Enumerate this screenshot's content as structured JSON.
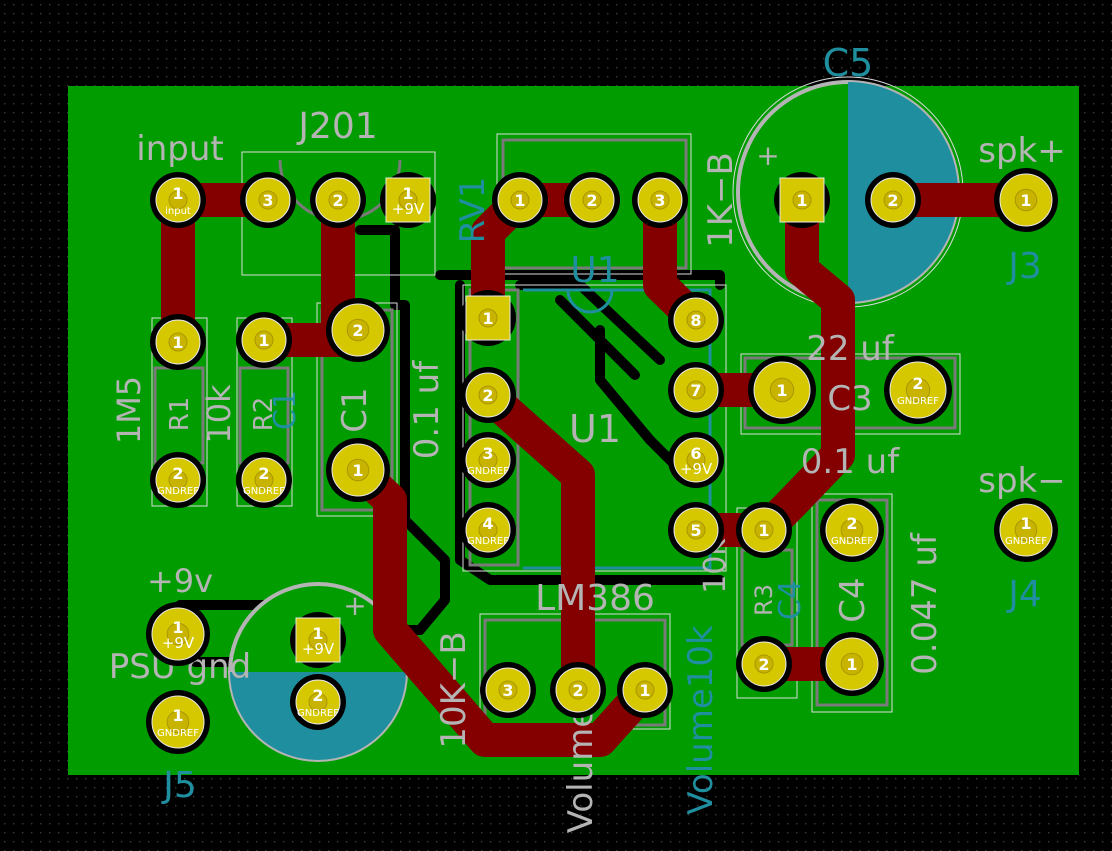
{
  "board": {
    "colors": {
      "background": "#000000",
      "grid_dot": "#3a3a3a",
      "copper_fill": "#009c00",
      "trace": "#840000",
      "pad_ring": "#c8b400",
      "pad_face": "#d6c800",
      "pad_hole": "#000000",
      "silkscreen": "#b4b4b4",
      "fab_text": "#1f8f9f",
      "courtyard": "#dcdcdc",
      "cap_fill": "#1f8f9f"
    }
  },
  "labels": {
    "c5": "C5",
    "j201": "J201",
    "input": "input",
    "spk_plus": "spk+",
    "spk_minus": "spk−",
    "j3": "J3",
    "j4": "J4",
    "j5": "J5",
    "rv1": "RV1",
    "u1_top": "U1",
    "u1_mid": "U1",
    "lm386": "LM386",
    "pot_1k": "1K−B",
    "pot_10k_b": "10K−B",
    "pot_10k_value": "10k",
    "volume": "Volume",
    "volume10k": "Volume10k",
    "r1": "R1",
    "r2": "R2",
    "r3": "R3",
    "r1_value": "1M5",
    "r2_value": "10k",
    "c1": "C1",
    "c1_value": "0.1 uf",
    "c3": "C3",
    "c3_value": "22 uf",
    "c3_second_value": "0.1 uf",
    "c4": "C4",
    "c4_value": "0.047 uf",
    "plus9v": "+9v",
    "psu_gnd": "PSU gnd",
    "plus_sign": "+",
    "minus_sign": "−"
  },
  "pads": [
    {
      "id": "J201-1",
      "num": "1",
      "net": "input"
    },
    {
      "id": "J201-3",
      "num": "3",
      "net": ""
    },
    {
      "id": "J201-2",
      "num": "2",
      "net": ""
    },
    {
      "id": "J201-1b",
      "num": "1",
      "net": "+9V"
    },
    {
      "id": "RV1-1",
      "num": "1",
      "net": ""
    },
    {
      "id": "RV1-2",
      "num": "2",
      "net": ""
    },
    {
      "id": "RV1-3",
      "num": "3",
      "net": ""
    },
    {
      "id": "C5-1",
      "num": "1",
      "net": ""
    },
    {
      "id": "C5-2",
      "num": "2",
      "net": ""
    },
    {
      "id": "J3-1",
      "num": "1",
      "net": ""
    },
    {
      "id": "R1-1",
      "num": "1",
      "net": ""
    },
    {
      "id": "R2-1",
      "num": "1",
      "net": ""
    },
    {
      "id": "C1-2",
      "num": "2",
      "net": ""
    },
    {
      "id": "R1-2",
      "num": "2",
      "net": "GNDREF"
    },
    {
      "id": "R2-2",
      "num": "2",
      "net": "GNDREF"
    },
    {
      "id": "C1-1",
      "num": "1",
      "net": ""
    },
    {
      "id": "U1-1",
      "num": "1",
      "net": ""
    },
    {
      "id": "U1-2",
      "num": "2",
      "net": ""
    },
    {
      "id": "U1-3",
      "num": "3",
      "net": "GNDREF"
    },
    {
      "id": "U1-4",
      "num": "4",
      "net": "GNDREF"
    },
    {
      "id": "U1-8",
      "num": "8",
      "net": ""
    },
    {
      "id": "U1-7",
      "num": "7",
      "net": ""
    },
    {
      "id": "U1-6",
      "num": "6",
      "net": "+9V"
    },
    {
      "id": "U1-5",
      "num": "5",
      "net": ""
    },
    {
      "id": "C3-1",
      "num": "1",
      "net": ""
    },
    {
      "id": "C3-2",
      "num": "2",
      "net": "GNDREF"
    },
    {
      "id": "R3-1",
      "num": "1",
      "net": ""
    },
    {
      "id": "R3-2",
      "num": "2",
      "net": ""
    },
    {
      "id": "C4-2",
      "num": "2",
      "net": "GNDREF"
    },
    {
      "id": "C4-1",
      "num": "1",
      "net": ""
    },
    {
      "id": "J4-1",
      "num": "1",
      "net": "GNDREF"
    },
    {
      "id": "J5-1",
      "num": "1",
      "net": "+9V"
    },
    {
      "id": "J5-2",
      "num": "1",
      "net": "GNDREF"
    },
    {
      "id": "C2-1",
      "num": "1",
      "net": "+9V"
    },
    {
      "id": "C2-2",
      "num": "2",
      "net": "GNDREF"
    },
    {
      "id": "RV2-3",
      "num": "3",
      "net": ""
    },
    {
      "id": "RV2-2",
      "num": "2",
      "net": ""
    },
    {
      "id": "RV2-1",
      "num": "1",
      "net": ""
    }
  ]
}
